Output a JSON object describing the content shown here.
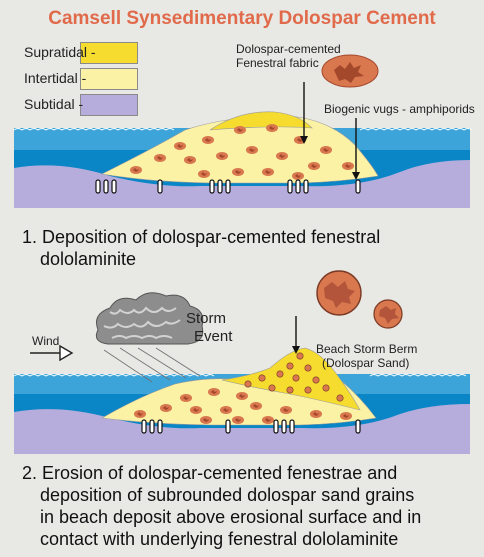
{
  "title": "Camsell Synsedimentary Dolospar Cement",
  "legend": {
    "items": [
      {
        "label": "Supratidal -",
        "color": "#f5dc2e"
      },
      {
        "label": "Intertidal -",
        "color": "#fbf2a6"
      },
      {
        "label": "Subtidal -",
        "color": "#b6addc"
      }
    ]
  },
  "colors": {
    "water": "#0a86c6",
    "water_light": "#3ca4d8",
    "subtidal": "#b6addc",
    "intertidal": "#fbf2a6",
    "supratidal": "#f5dc2e",
    "fenestra": "#d9774e",
    "fenestra_core": "#a4482c",
    "title": "#e06a4a",
    "background": "#e8e8e4"
  },
  "panel1": {
    "callout_fabric_line1": "Dolospar-cemented",
    "callout_fabric_line2": "Fenestral fabric",
    "callout_vugs": "Biogenic vugs - amphiporids",
    "caption_line1": "1. Deposition of dolospar-cemented fenestral",
    "caption_line2": "dololaminite"
  },
  "panel2": {
    "wind_label": "Wind",
    "storm_line1": "Storm",
    "storm_line2": "Event",
    "berm_line1": "Beach Storm Berm",
    "berm_line2": "(Dolospar Sand)",
    "caption_line1": "2. Erosion of dolospar-cemented fenestrae  and",
    "caption_line2": "deposition of subrounded dolospar sand grains",
    "caption_line3": "in beach deposit above erosional surface and in",
    "caption_line4": "contact with underlying fenestral dololaminite"
  }
}
